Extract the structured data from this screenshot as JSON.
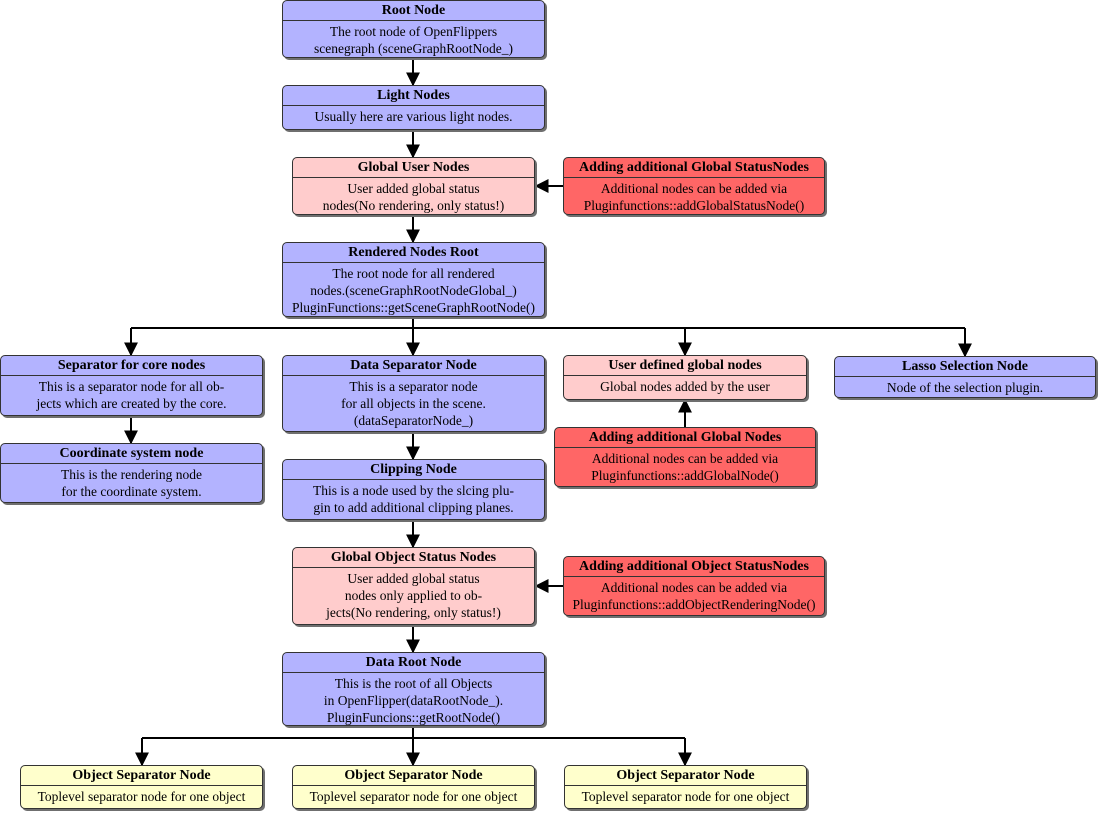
{
  "nodes": {
    "root": {
      "title": "Root Node",
      "body": "The root node of OpenFlippers\nscenegraph (sceneGraphRootNode_)"
    },
    "light": {
      "title": "Light Nodes",
      "body": "Usually here are various light nodes."
    },
    "global_user": {
      "title": "Global User Nodes",
      "body": "User added global status\nnodes(No rendering, only status!)"
    },
    "add_global_status": {
      "title": "Adding additional Global StatusNodes",
      "body": "Additional nodes can be added via\nPluginfunctions::addGlobalStatusNode()"
    },
    "rendered_root": {
      "title": "Rendered Nodes Root",
      "body": "The root node for all rendered\nnodes.(sceneGraphRootNodeGlobal_)\nPluginFunctions::getSceneGraphRootNode()"
    },
    "sep_core": {
      "title": "Separator for core nodes",
      "body": "This is a separator node for all ob-\njects which are created by the core."
    },
    "coord": {
      "title": "Coordinate system node",
      "body": "This is the rendering node\nfor the coordinate system."
    },
    "data_sep": {
      "title": "Data Separator Node",
      "body": "This is a separator node\nfor all objects in the scene.\n(dataSeparatorNode_)"
    },
    "clipping": {
      "title": "Clipping Node",
      "body": "This is a node used by the slcing plu-\ngin to add additional clipping planes."
    },
    "user_global": {
      "title": "User defined global nodes",
      "body": "Global nodes added by the user"
    },
    "add_global": {
      "title": "Adding additional Global Nodes",
      "body": "Additional nodes can be added via\nPluginfunctions::addGlobalNode()"
    },
    "lasso": {
      "title": "Lasso Selection Node",
      "body": "Node of the selection plugin."
    },
    "global_object_status": {
      "title": "Global Object Status Nodes",
      "body": "User added global status\nnodes only applied to ob-\njects(No rendering, only status!)"
    },
    "add_object_status": {
      "title": "Adding additional Object StatusNodes",
      "body": "Additional nodes can be added via\nPluginfunctions::addObjectRenderingNode()"
    },
    "data_root": {
      "title": "Data Root Node",
      "body": "This is the root of all Objects\nin OpenFlipper(dataRootNode_).\nPluginFuncions::getRootNode()"
    },
    "obj_sep_1": {
      "title": "Object Separator Node",
      "body": "Toplevel separator node for one object"
    },
    "obj_sep_2": {
      "title": "Object Separator Node",
      "body": "Toplevel separator node for one object"
    },
    "obj_sep_3": {
      "title": "Object Separator Node",
      "body": "Toplevel separator node for one object"
    }
  },
  "colors": {
    "scene_node": "#b3b3ff",
    "status_node": "#ffcccc",
    "api_note": "#ff6666",
    "object_node": "#ffffcc",
    "edge": "#000000"
  },
  "edges": [
    {
      "from": "root",
      "to": "light"
    },
    {
      "from": "light",
      "to": "global_user"
    },
    {
      "from": "add_global_status",
      "to": "global_user"
    },
    {
      "from": "global_user",
      "to": "rendered_root"
    },
    {
      "from": "rendered_root",
      "to": "sep_core"
    },
    {
      "from": "rendered_root",
      "to": "data_sep"
    },
    {
      "from": "rendered_root",
      "to": "user_global"
    },
    {
      "from": "rendered_root",
      "to": "lasso"
    },
    {
      "from": "sep_core",
      "to": "coord"
    },
    {
      "from": "add_global",
      "to": "user_global"
    },
    {
      "from": "data_sep",
      "to": "clipping"
    },
    {
      "from": "clipping",
      "to": "global_object_status"
    },
    {
      "from": "add_object_status",
      "to": "global_object_status"
    },
    {
      "from": "global_object_status",
      "to": "data_root"
    },
    {
      "from": "data_root",
      "to": "obj_sep_1"
    },
    {
      "from": "data_root",
      "to": "obj_sep_2"
    },
    {
      "from": "data_root",
      "to": "obj_sep_3"
    }
  ]
}
